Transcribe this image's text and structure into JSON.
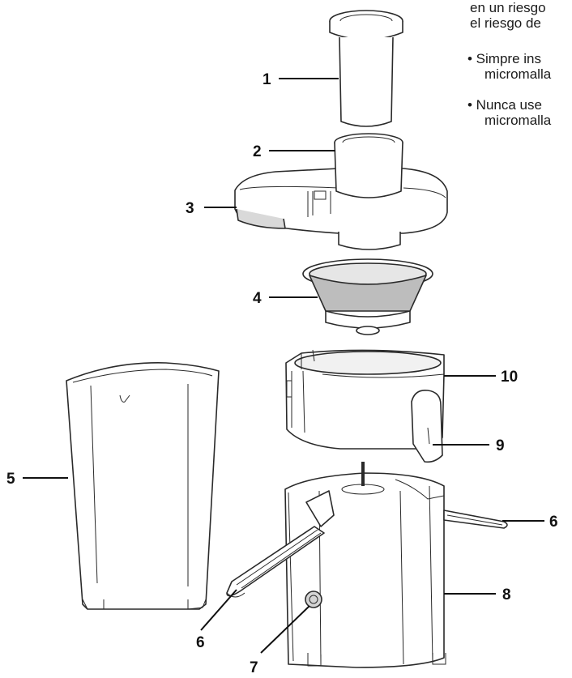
{
  "warning_text": {
    "line1": "en un riesgo",
    "line2": "el riesgo de",
    "bullet1_line1": "• Simpre ins",
    "bullet1_line2": "micromalla",
    "bullet2_line1": "• Nunca use",
    "bullet2_line2": "micromalla"
  },
  "callouts": [
    {
      "id": "1",
      "label": "1"
    },
    {
      "id": "2",
      "label": "2"
    },
    {
      "id": "3",
      "label": "3"
    },
    {
      "id": "4",
      "label": "4"
    },
    {
      "id": "5",
      "label": "5"
    },
    {
      "id": "6a",
      "label": "6"
    },
    {
      "id": "6b",
      "label": "6"
    },
    {
      "id": "7",
      "label": "7"
    },
    {
      "id": "8",
      "label": "8"
    },
    {
      "id": "9",
      "label": "9"
    },
    {
      "id": "10",
      "label": "10"
    }
  ],
  "colors": {
    "outline": "#2a2a2a",
    "part_fill": "#ffffff",
    "shade_light": "#ececec",
    "shade_mid": "#d4d4d4",
    "filter_mesh": "#bdbdbd"
  }
}
